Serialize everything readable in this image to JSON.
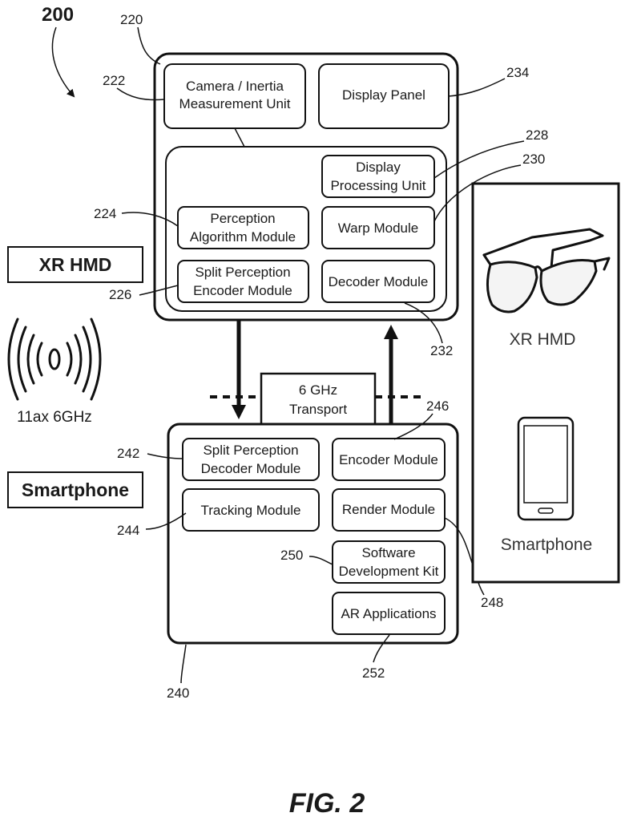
{
  "figure_number": "200",
  "figure_caption": "FIG. 2",
  "side_labels": {
    "xr_hmd": "XR HMD",
    "smartphone": "Smartphone",
    "wireless": "11ax 6GHz"
  },
  "transport": {
    "line1": "6 GHz",
    "line2": "Transport"
  },
  "hmd": {
    "ref": "220",
    "inner_ref": "",
    "blocks": {
      "camera": {
        "ref": "222",
        "line1": "Camera / Inertia",
        "line2": "Measurement Unit"
      },
      "display_panel": {
        "ref": "234",
        "line1": "Display Panel"
      },
      "display_processing": {
        "ref": "228",
        "line1": "Display",
        "line2": "Processing Unit"
      },
      "perception": {
        "ref": "224",
        "line1": "Perception",
        "line2": "Algorithm Module"
      },
      "warp": {
        "ref": "230",
        "line1": "Warp Module"
      },
      "split_encoder": {
        "ref": "226",
        "line1": "Split Perception",
        "line2": "Encoder Module"
      },
      "decoder": {
        "ref": "232",
        "line1": "Decoder Module"
      }
    }
  },
  "phone": {
    "ref": "240",
    "blocks": {
      "split_decoder": {
        "ref": "242",
        "line1": "Split Perception",
        "line2": "Decoder Module"
      },
      "encoder": {
        "ref": "246",
        "line1": "Encoder Module"
      },
      "tracking": {
        "ref": "244",
        "line1": "Tracking Module"
      },
      "render": {
        "ref": "248",
        "line1": "Render Module"
      },
      "sdk": {
        "ref": "250",
        "line1": "Software",
        "line2": "Development Kit"
      },
      "ar_apps": {
        "ref": "252",
        "line1": "AR Applications"
      }
    }
  },
  "device_panel": {
    "hmd_label": "XR  HMD",
    "phone_label": "Smartphone",
    "hmd_icon": "glasses-icon",
    "phone_icon": "smartphone-icon"
  }
}
